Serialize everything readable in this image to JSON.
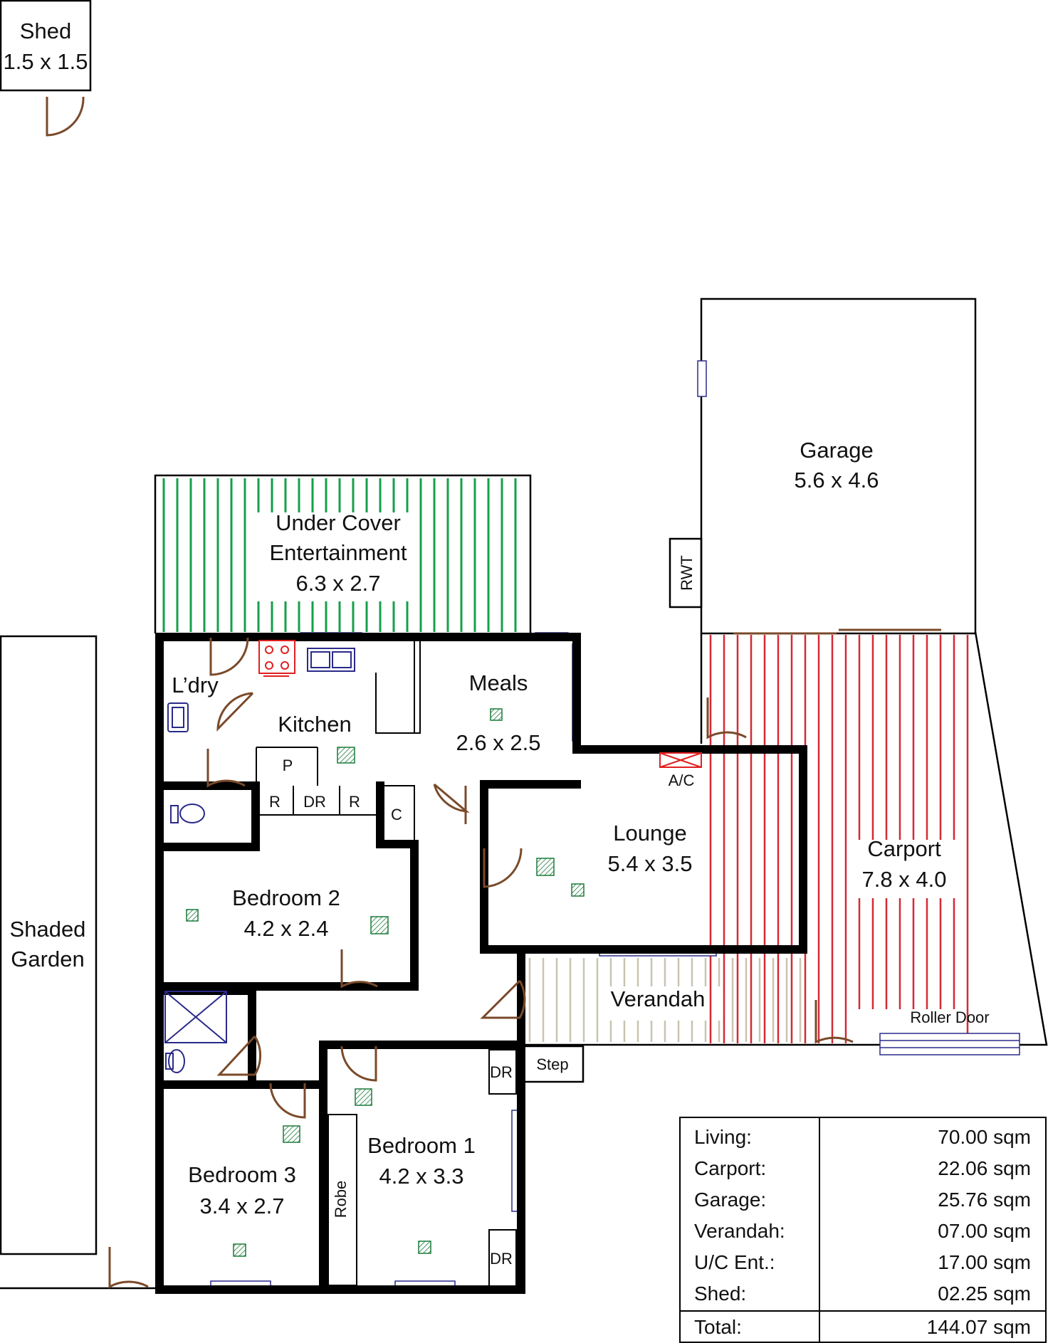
{
  "rooms": {
    "shed": {
      "name": "Shed",
      "size": "1.5 x 1.5"
    },
    "garage": {
      "name": "Garage",
      "size": "5.6 x 4.6"
    },
    "entertainment": {
      "name1": "Under Cover",
      "name2": "Entertainment",
      "size": "6.3 x 2.7"
    },
    "laundry": {
      "name": "L’dry"
    },
    "kitchen": {
      "name": "Kitchen"
    },
    "meals": {
      "name": "Meals",
      "size": "2.6 x 2.5"
    },
    "lounge": {
      "name": "Lounge",
      "size": "5.4 x 3.5"
    },
    "carport": {
      "name": "Carport",
      "size": "7.8 x 4.0"
    },
    "bedroom2": {
      "name": "Bedroom 2",
      "size": "4.2 x 2.4"
    },
    "verandah": {
      "name": "Verandah"
    },
    "bedroom1": {
      "name": "Bedroom 1",
      "size": "4.2 x 3.3"
    },
    "bedroom3": {
      "name": "Bedroom 3",
      "size": "3.4 x 2.7"
    },
    "shaded_garden": {
      "name1": "Shaded",
      "name2": "Garden"
    }
  },
  "fixtures": {
    "rwt": "RWT",
    "ac": "A/C",
    "pantry": "P",
    "robe_r1": "R",
    "dr_linen": "DR",
    "robe_r2": "R",
    "cupboard": "C",
    "step": "Step",
    "roller_door": "Roller Door",
    "dr_top": "DR",
    "dr_bottom": "DR",
    "robe": "Robe"
  },
  "area_table": {
    "rows": [
      {
        "label": "Living:",
        "value": "70.00 sqm"
      },
      {
        "label": "Carport:",
        "value": "22.06 sqm"
      },
      {
        "label": "Garage:",
        "value": "25.76 sqm"
      },
      {
        "label": "Verandah:",
        "value": "07.00 sqm"
      },
      {
        "label": "U/C Ent.:",
        "value": "17.00 sqm"
      },
      {
        "label": "Shed:",
        "value": "02.25 sqm"
      }
    ],
    "total": {
      "label": "Total:",
      "value": "144.07 sqm"
    }
  },
  "colors": {
    "wall": "#000000",
    "door": "#7a4a2a",
    "window": "#2a2a8a",
    "entertainment_hatch": "#14a04a",
    "carport_hatch": "#d42a35",
    "verandah_hatch": "#c8c4b0",
    "vent": "#1a7a3a",
    "appliance": "#e02020"
  }
}
